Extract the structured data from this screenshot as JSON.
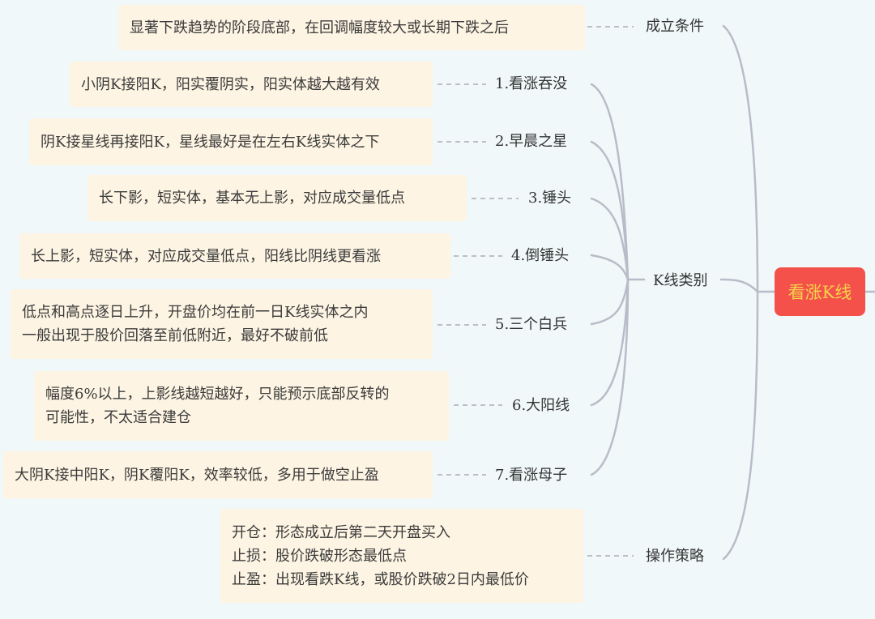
{
  "root": {
    "label": "看涨K线",
    "bg_color": "#f5514b",
    "text_color": "#f5d44a"
  },
  "branches": {
    "conditions": {
      "label": "成立条件",
      "detail": "显著下跌趋势的阶段底部，在回调幅度较大或长期下跌之后"
    },
    "types": {
      "label": "K线类别",
      "items": [
        {
          "label": "1.看涨吞没",
          "detail": [
            "小阴K接阳K，阳实覆阴实，阳实体越大越有效"
          ]
        },
        {
          "label": "2.早晨之星",
          "detail": [
            "阴K接星线再接阳K，星线最好是在左右K线实体之下"
          ]
        },
        {
          "label": "3.锤头",
          "detail": [
            "长下影，短实体，基本无上影，对应成交量低点"
          ]
        },
        {
          "label": "4.倒锤头",
          "detail": [
            "长上影，短实体，对应成交量低点，阳线比阴线更看涨"
          ]
        },
        {
          "label": "5.三个白兵",
          "detail": [
            "低点和高点逐日上升，开盘价均在前一日K线实体之内",
            "一般出现于股价回落至前低附近，最好不破前低"
          ]
        },
        {
          "label": "6.大阳线",
          "detail": [
            "幅度6%以上，上影线越短越好，只能预示底部反转的",
            "可能性，不太适合建仓"
          ]
        },
        {
          "label": "7.看涨母子",
          "detail": [
            "大阴K接中阳K，阴K覆阳K，效率较低，多用于做空止盈"
          ]
        }
      ]
    },
    "strategy": {
      "label": "操作策略",
      "detail": [
        "开仓：形态成立后第二天开盘买入",
        "止损：股价跌破形态最低点",
        "止盈：出现看跌K线，或股价跌破2日内最低价"
      ]
    }
  },
  "colors": {
    "background": "#f1f8f9",
    "leaf_bg": "#fdf4e3",
    "connector": "#b8bcc8",
    "dash": "#bcc0c6"
  }
}
